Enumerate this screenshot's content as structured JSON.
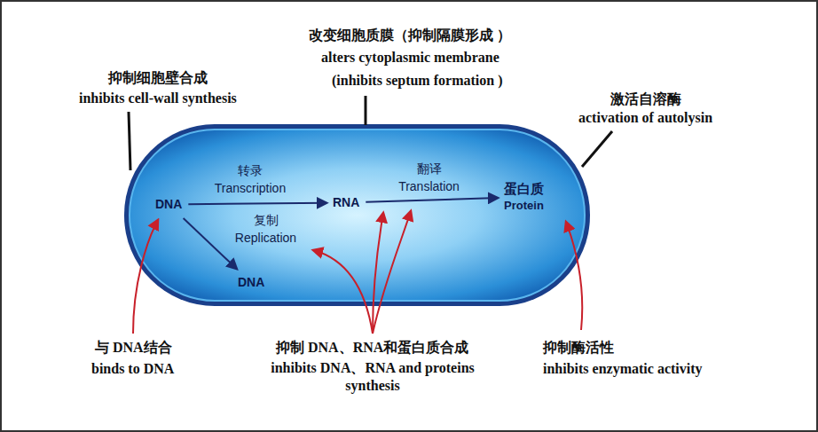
{
  "diagram": {
    "nodes": [
      {
        "text": [
          "DNA"
        ]
      },
      {
        "text": [
          "RNA"
        ]
      },
      {
        "text": [
          "蛋白质",
          "Protein"
        ]
      },
      {
        "text": [
          "DNA"
        ]
      }
    ],
    "edges": [
      {
        "from": 0,
        "to": 1,
        "label": "转录 Transcription",
        "arrow": "to"
      },
      {
        "from": 1,
        "to": 2,
        "label": "翻译 Translation",
        "arrow": "to"
      },
      {
        "from": 0,
        "to": 3,
        "label": "复制 Replication",
        "arrow": "to"
      }
    ],
    "labels": [
      "抑制细胞壁合成",
      "inhibits cell-wall synthesis",
      "改变细胞质膜（抑制隔膜形成 ）",
      "alters cytoplasmic membrane",
      "(inhibits septum formation )",
      "激活自溶酶",
      "activation of autolysin",
      "与 DNA结合",
      "binds to DNA",
      "抑制 DNA、RNA和蛋白质合成",
      "inhibits DNA、RNA and proteins synthesis",
      "抑制酶活性",
      "inhibits enzymatic activity"
    ]
  }
}
